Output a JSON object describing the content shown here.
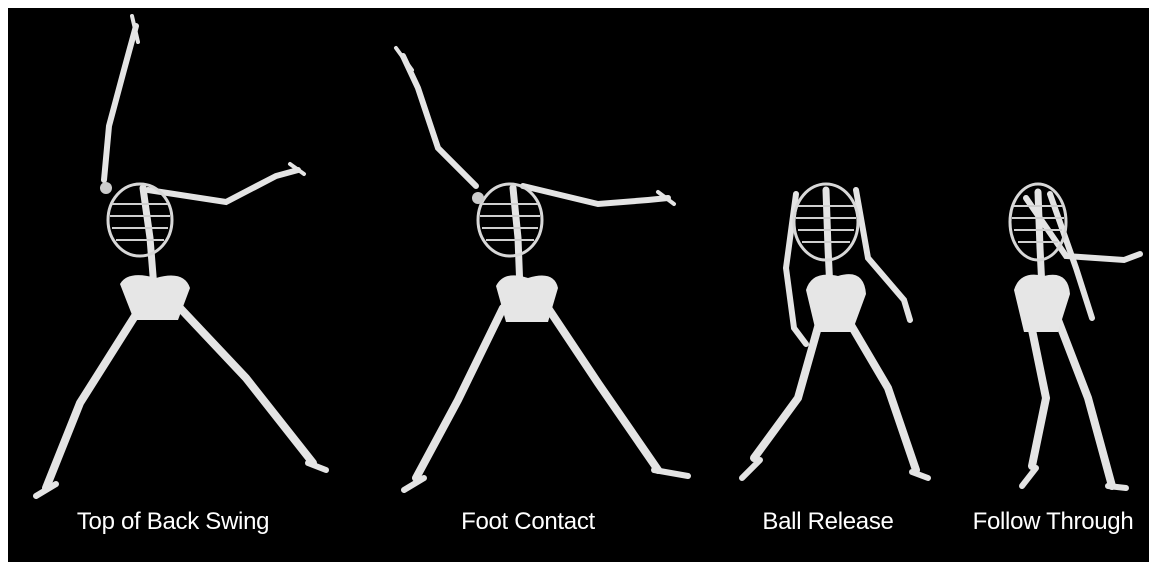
{
  "phases": [
    {
      "label": "Top of Back Swing",
      "figure": "skeleton-icon"
    },
    {
      "label": "Foot Contact",
      "figure": "skeleton-icon"
    },
    {
      "label": "Ball Release",
      "figure": "skeleton-icon"
    },
    {
      "label": "Follow Through",
      "figure": "skeleton-icon"
    }
  ],
  "colors": {
    "background": "#000000",
    "bone": "#e6e6e6",
    "caption": "#ffffff"
  }
}
